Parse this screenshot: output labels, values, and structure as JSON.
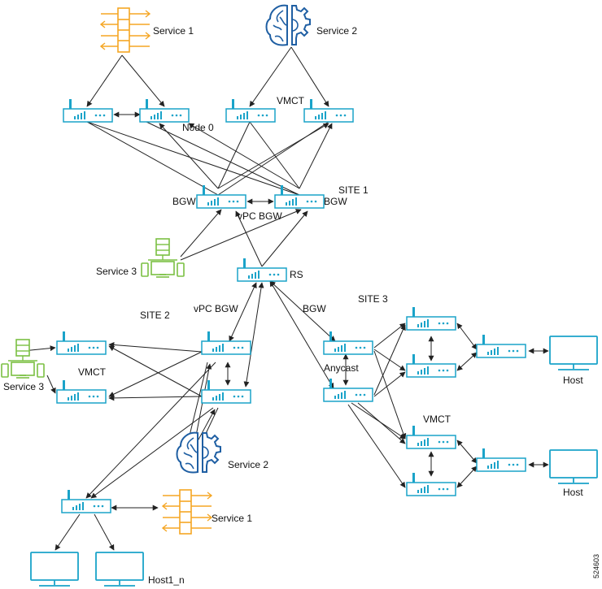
{
  "colors": {
    "router": "#1aa3c9",
    "service_a": "#f5a623",
    "service_b": "#1f5fa3",
    "service_c": "#7bc043",
    "link": "#222222",
    "host": "#1aa3c9"
  },
  "labels": {
    "service1": "Service 1",
    "service2": "Service 2",
    "service3": "Service 3",
    "vmct": "VMCT",
    "node0": "Node 0",
    "site1": "SITE 1",
    "site2": "SITE 2",
    "site3": "SITE 3",
    "bgw": "BGW",
    "vpc_bgw": "vPC BGW",
    "rs": "RS",
    "anycast": "Anycast",
    "host": "Host",
    "host1n": "Host1_n",
    "code": "524603"
  },
  "icons": {
    "router": "router-icon",
    "host": "monitor-icon",
    "service_a": "firewall-icon",
    "service_b": "brain-gear-icon",
    "service_c": "server-cluster-icon"
  }
}
